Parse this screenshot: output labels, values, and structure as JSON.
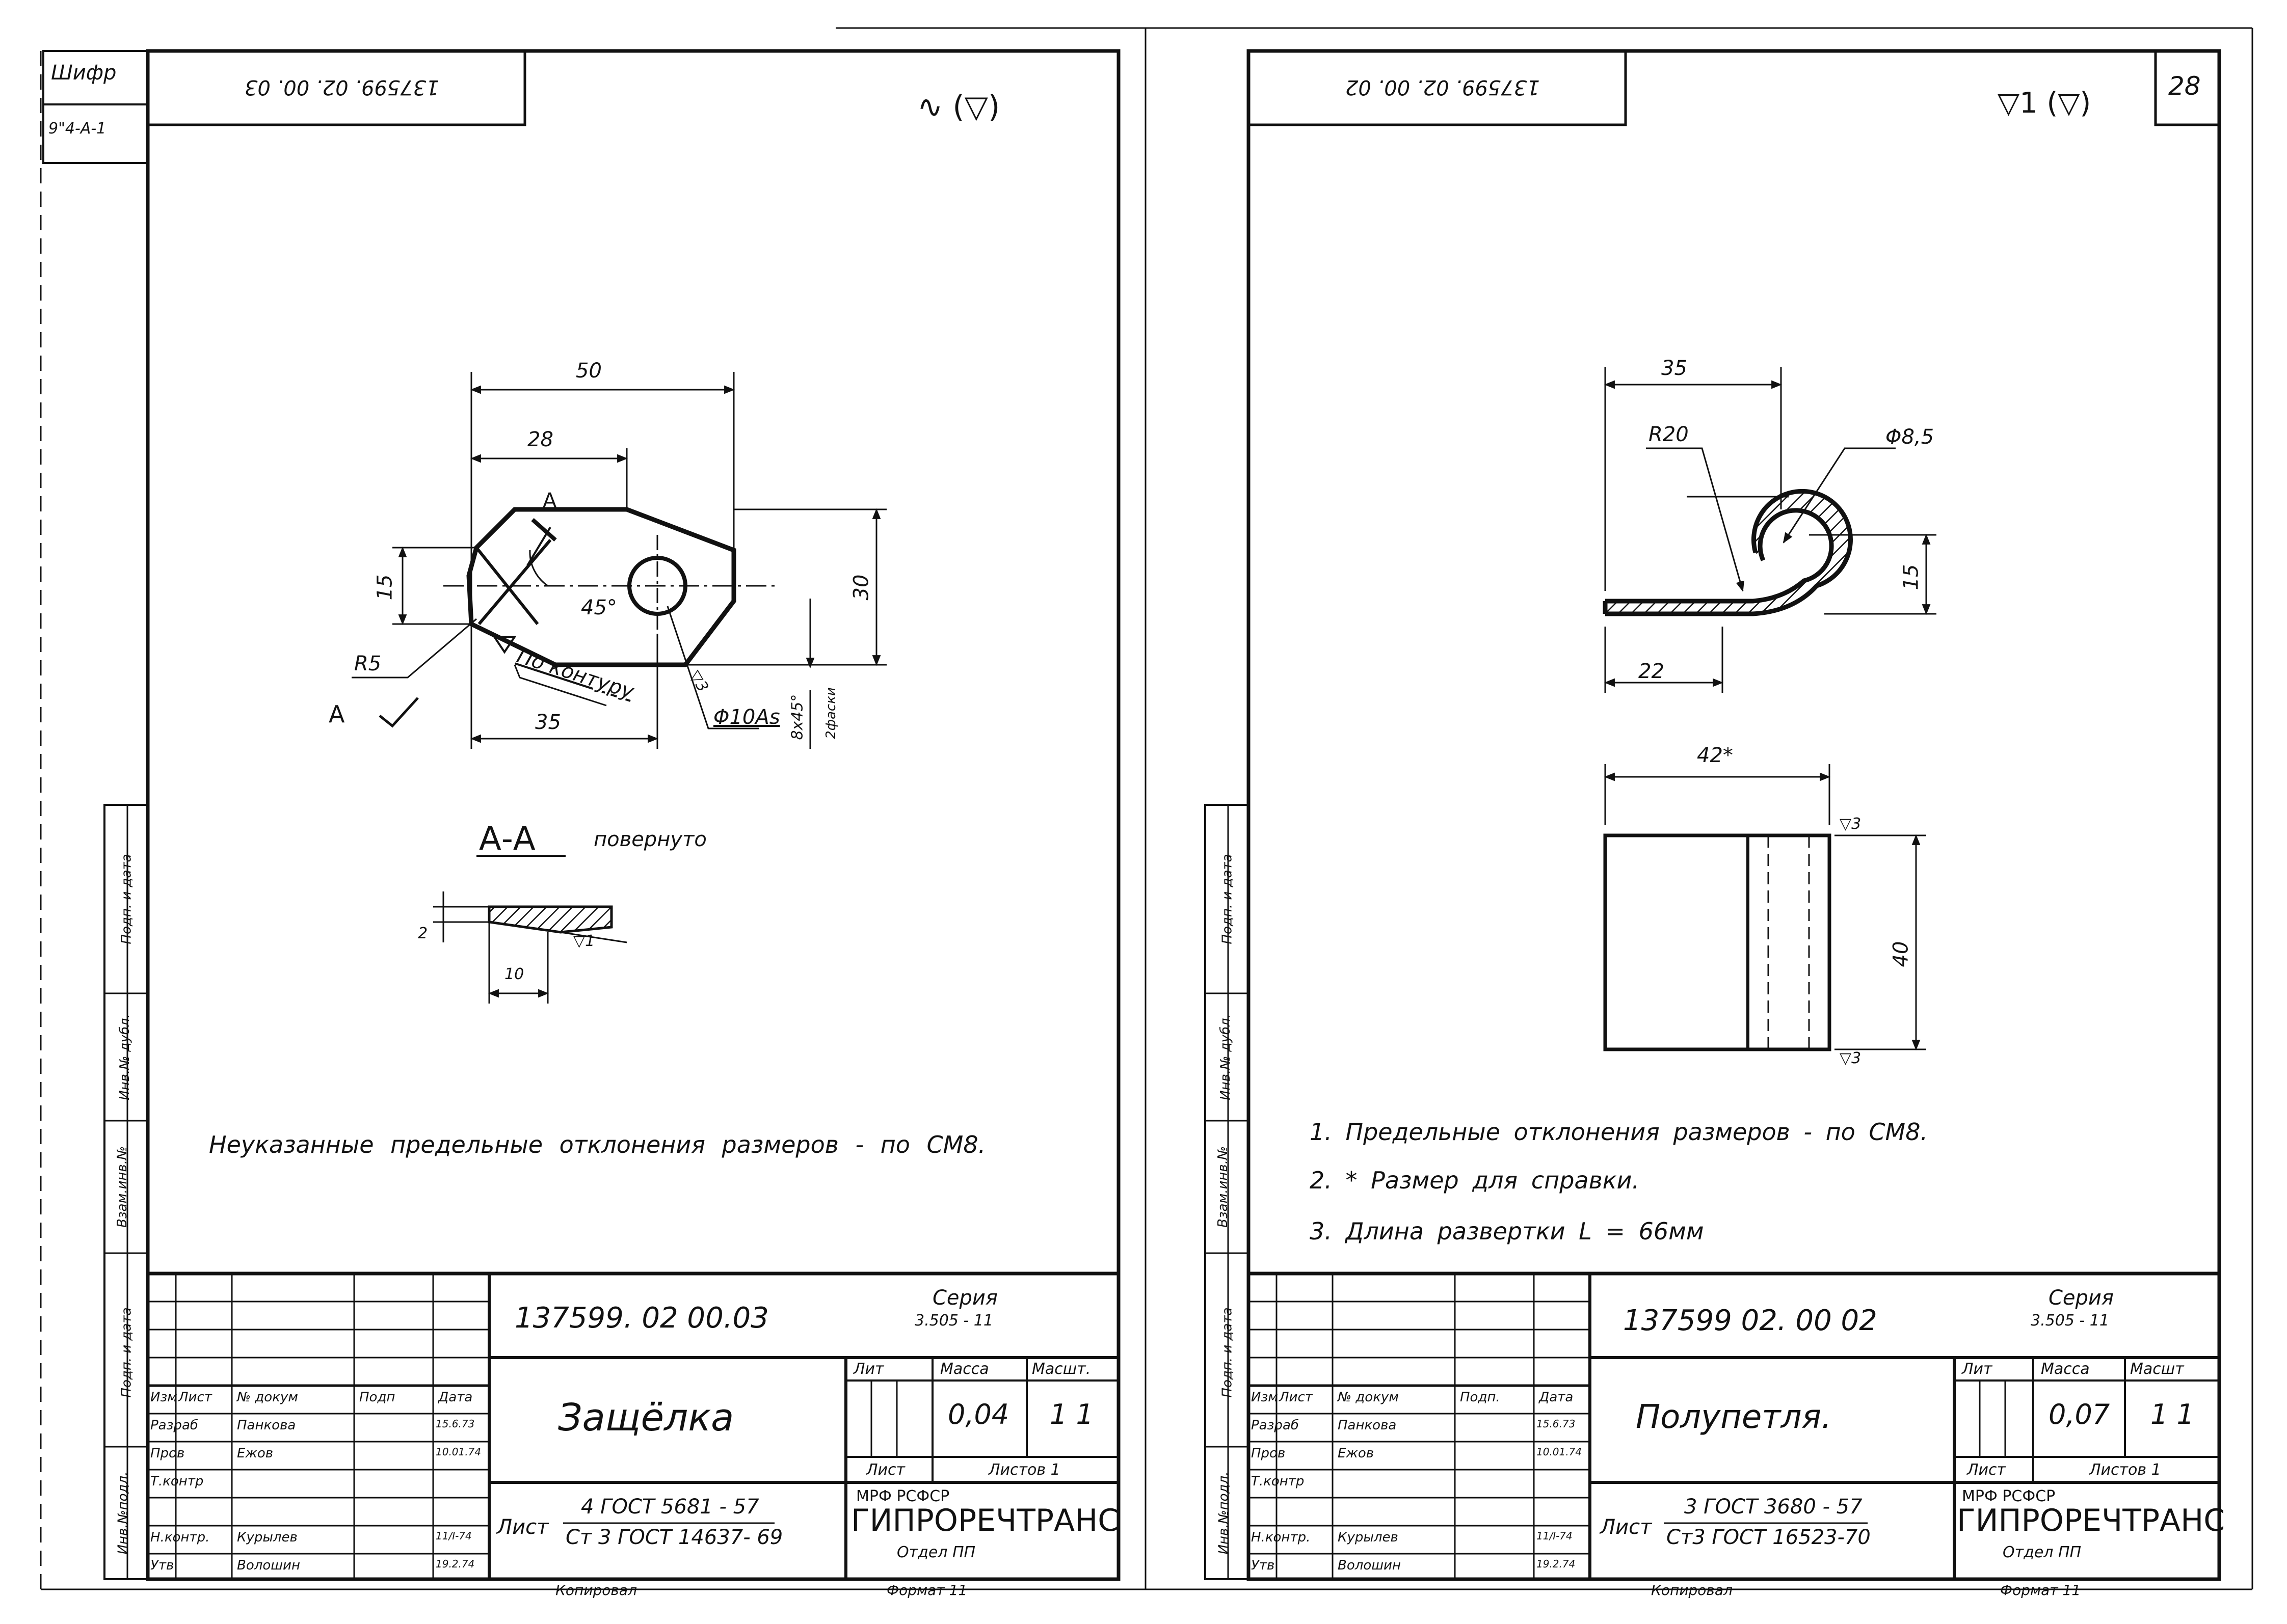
{
  "left_margin": {
    "shifr_label": "Шифр",
    "shifr_value": "9\"4-А-1",
    "side_labels": [
      "Подп. и дата",
      "Инв.№ дубл.",
      "Взам.инв.№",
      "Подп. и дата",
      "Инв.№подл."
    ]
  },
  "left_sheet": {
    "corner_code": "137599. 02. 00. 03",
    "roughness_top": "∿ (▽)",
    "dims": {
      "d50": "50",
      "d28": "28",
      "d15": "15",
      "d30": "30",
      "d35": "35",
      "angle": "45°",
      "r5": "R5",
      "hole": "Φ10As",
      "chamfer": "8x45°",
      "chamfer_note": "2фаски",
      "r3": "▽3",
      "contour": "По контуру",
      "section_mark": "А",
      "section_mark2": "А"
    },
    "section": {
      "title": "А-А",
      "note": "повернуто",
      "d2": "2",
      "d10": "10",
      "r1": "▽1"
    },
    "note": "Неуказанные предельные отклонения размеров - по СМ8.",
    "title_block": {
      "doc_number": "137599. 02 00.03",
      "series_label": "Серия",
      "series_value": "3.505 - 11",
      "name": "Защёлка",
      "col_lit": "Лит",
      "col_mass": "Масса",
      "col_scale": "Масшт.",
      "mass": "0,04",
      "scale": "1 1",
      "sheet": "Лист",
      "sheets": "Листов 1",
      "org1": "МРФ      РСФСР",
      "org2": "ГИПРОРЕЧТРАНС",
      "org3": "Отдел ПП",
      "material_top": "4 ГОСТ 5681 - 57",
      "material_bottom": "Ст 3 ГОСТ 14637- 69",
      "material_prefix": "Лист",
      "copied": "Копировал",
      "format": "Формат 11",
      "hdr": [
        "Изм",
        "Лист",
        "№ докум",
        "Подп",
        "Дата"
      ],
      "rows": [
        {
          "role": "Разраб",
          "name": "Панкова",
          "date": "15.6.73"
        },
        {
          "role": "Пров",
          "name": "Ежов",
          "date": "10.01.74"
        },
        {
          "role": "Т.контр",
          "name": "",
          "date": ""
        },
        {
          "role": "Н.контр.",
          "name": "Курылев",
          "date": "11/I-74"
        },
        {
          "role": "Утв",
          "name": "Волошин",
          "date": "19.2.74"
        }
      ]
    }
  },
  "right_sheet": {
    "corner_code": "137599. 02. 00. 02",
    "sheet_number": "28",
    "roughness_top": "▽1 (▽)",
    "dims": {
      "d35": "35",
      "r20": "R20",
      "phi": "Φ8,5",
      "d15": "15",
      "d22": "22",
      "d42": "42*",
      "d40": "40",
      "r3a": "▽3",
      "r3b": "▽3"
    },
    "notes": [
      "1. Предельные отклонения размеров - по СМ8.",
      "2. * Размер для справки.",
      "3. Длина развертки L = 66мм"
    ],
    "title_block": {
      "doc_number": "137599 02. 00 02",
      "series_label": "Серия",
      "series_value": "3.505 - 11",
      "name": "Полупетля.",
      "col_lit": "Лит",
      "col_mass": "Масса",
      "col_scale": "Масшт",
      "mass": "0,07",
      "scale": "1 1",
      "sheet": "Лист",
      "sheets": "Листов 1",
      "org1": "МРФ      РСФСР",
      "org2": "ГИПРОРЕЧТРАНС",
      "org3": "Отдел ПП",
      "material_top": "3 ГОСТ 3680 - 57",
      "material_bottom": "Ст3 ГОСТ 16523-70",
      "material_prefix": "Лист",
      "copied": "Копировал",
      "format": "Формат 11",
      "hdr": [
        "Изм",
        "Лист",
        "№ докум",
        "Подп.",
        "Дата"
      ],
      "rows": [
        {
          "role": "Разраб",
          "name": "Панкова",
          "date": "15.6.73"
        },
        {
          "role": "Пров",
          "name": "Ежов",
          "date": "10.01.74"
        },
        {
          "role": "Т.контр",
          "name": "",
          "date": ""
        },
        {
          "role": "Н.контр.",
          "name": "Курылев",
          "date": "11/I-74"
        },
        {
          "role": "Утв",
          "name": "Волошин",
          "date": "19.2.74"
        }
      ]
    }
  }
}
